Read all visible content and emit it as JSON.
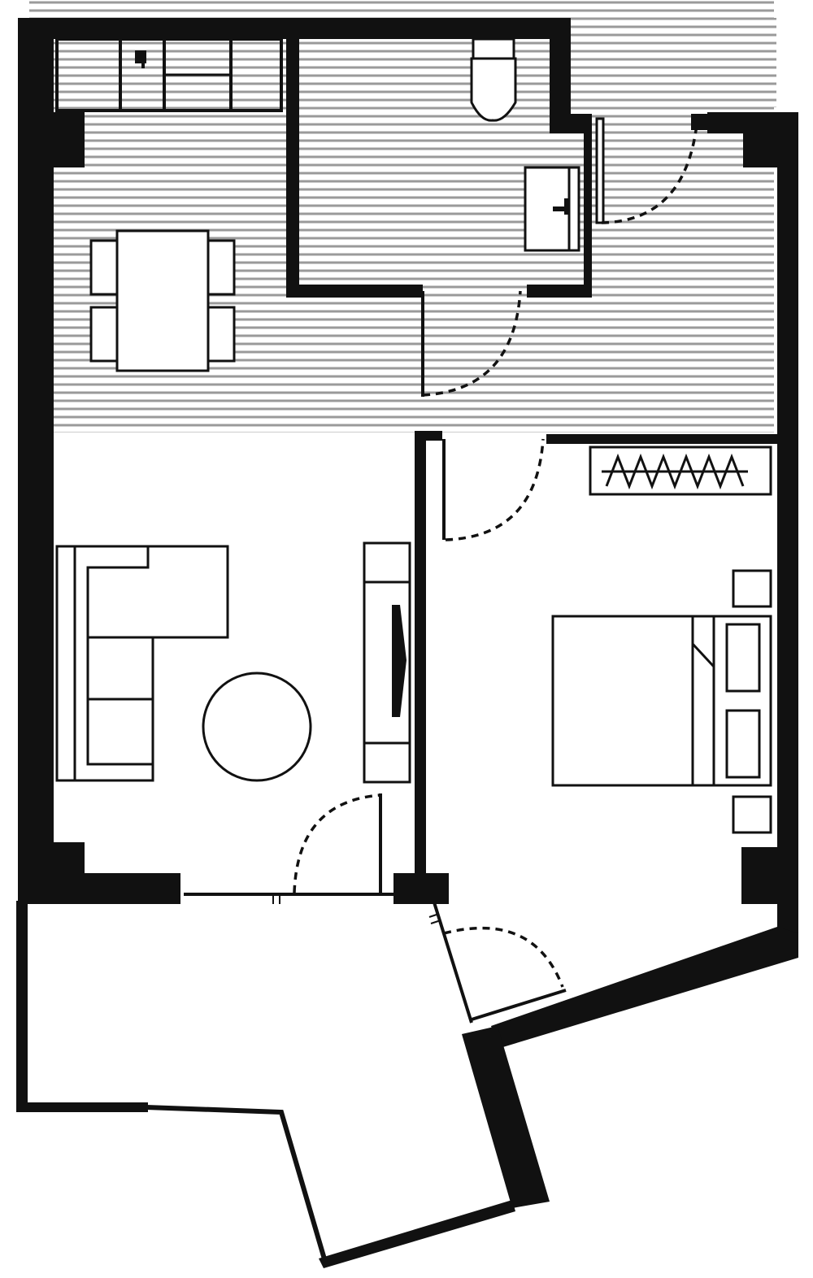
{
  "plan": {
    "kind": "apartment-floor-plan",
    "colors": {
      "wall": "#111111",
      "hatch": "#9a9a9a",
      "background": "#ffffff"
    },
    "rooms": [
      {
        "id": "kitchen-dining",
        "floor": "hatched"
      },
      {
        "id": "bathroom",
        "floor": "hatched"
      },
      {
        "id": "entry-hall",
        "floor": "hatched"
      },
      {
        "id": "living-room",
        "floor": "plain"
      },
      {
        "id": "bedroom",
        "floor": "plain"
      },
      {
        "id": "balcony",
        "floor": "plain"
      }
    ],
    "furniture": [
      "kitchen-counter",
      "kitchen-sink",
      "dining-table",
      "dining-chair",
      "toilet",
      "bathroom-vanity",
      "sofa",
      "round-coffee-table",
      "tv-unit",
      "wardrobe",
      "double-bed",
      "nightstand"
    ],
    "doors": [
      "entry-door",
      "bathroom-door",
      "bedroom-door",
      "living-balcony-door",
      "bedroom-balcony-door"
    ]
  }
}
